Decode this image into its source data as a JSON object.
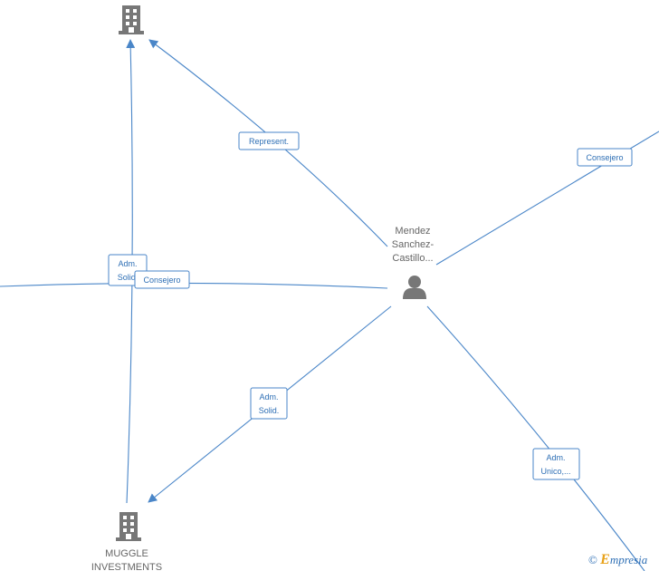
{
  "nodes": {
    "person": {
      "label_lines": [
        "Mendez",
        "Sanchez-",
        "Castillo..."
      ],
      "icon": "person-icon"
    },
    "company_top": {
      "label_lines": [],
      "icon": "building-icon"
    },
    "company_muggle": {
      "label_lines": [
        "MUGGLE",
        "INVESTMENTS"
      ],
      "icon": "building-icon"
    }
  },
  "edges": {
    "represent": {
      "label_lines": [
        "Represent."
      ]
    },
    "consejero_right": {
      "label_lines": [
        "Consejero"
      ]
    },
    "adm_solid_left": {
      "label_lines": [
        "Adm.",
        "Solid."
      ]
    },
    "consejero_left": {
      "label_lines": [
        "Consejero"
      ]
    },
    "adm_solid_muggle": {
      "label_lines": [
        "Adm.",
        "Solid."
      ]
    },
    "adm_unico": {
      "label_lines": [
        "Adm.",
        "Unico,..."
      ]
    }
  },
  "watermark": {
    "symbol": "©",
    "brand_first": "E",
    "brand_rest": "mpresia"
  },
  "colors": {
    "edge": "#4a86c8",
    "label_text": "#2e6fb5",
    "icon": "#777777",
    "brand_accent": "#e8a21a"
  }
}
